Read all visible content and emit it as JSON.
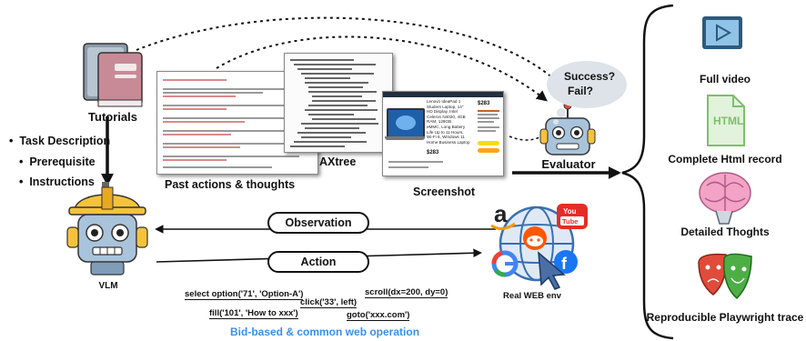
{
  "left": {
    "tutorials_label": "Tutorials",
    "inputs": [
      "Task Description",
      "Prerequisite",
      "Instructions"
    ],
    "vlm_label": "VLM"
  },
  "center": {
    "past_actions_label": "Past actions & thoughts",
    "axtree_label": "AXtree",
    "screenshot_label": "Screenshot",
    "observation_label": "Observation",
    "action_label": "Action",
    "operations": [
      "select option('71', 'Option-A')",
      "click('33', left)",
      "scroll(dx=200, dy=0)",
      "fill('101', 'How to xxx')",
      "goto('xxx.com')"
    ],
    "bid_caption": "Bid-based & common web operation",
    "real_web_label": "Real WEB env",
    "screenshot_product": {
      "title_lines": [
        "Lenovo IdeaPad 1",
        "Student Laptop, 14\"",
        "HD Display, Intel",
        "Celeron N4020, 4GB",
        "RAM, 128GB",
        "eMMC, Long Battery",
        "Life Up to 11 Hours,",
        "Wi-Fi 6, Windows 11",
        "Home Business Laptop"
      ],
      "price": "$283",
      "price2": "$283"
    },
    "youtube_text": "You Tube"
  },
  "evaluator": {
    "bubble_text": [
      "Success?",
      "Fail?"
    ],
    "label": "Evaluator"
  },
  "outputs": [
    {
      "label": "Full video",
      "icon": "video-play-icon"
    },
    {
      "label": "Complete Html record",
      "icon": "html-file-icon",
      "icon_text": "HTML"
    },
    {
      "label": "Detailed Thoghts",
      "icon": "brain-icon"
    },
    {
      "label": "Reproducible Playwright trace",
      "icon": "theater-masks-icon"
    }
  ],
  "colors": {
    "accent_blue": "#3d8ee6",
    "video_icon": "#2f5a7a",
    "html_green": "#7cc06a",
    "brain_pink": "#f3a3c6",
    "mask_red": "#e04b3b",
    "mask_green": "#4dae45",
    "robot_yellow": "#f5c33b",
    "robot_blue": "#a9c3db"
  }
}
